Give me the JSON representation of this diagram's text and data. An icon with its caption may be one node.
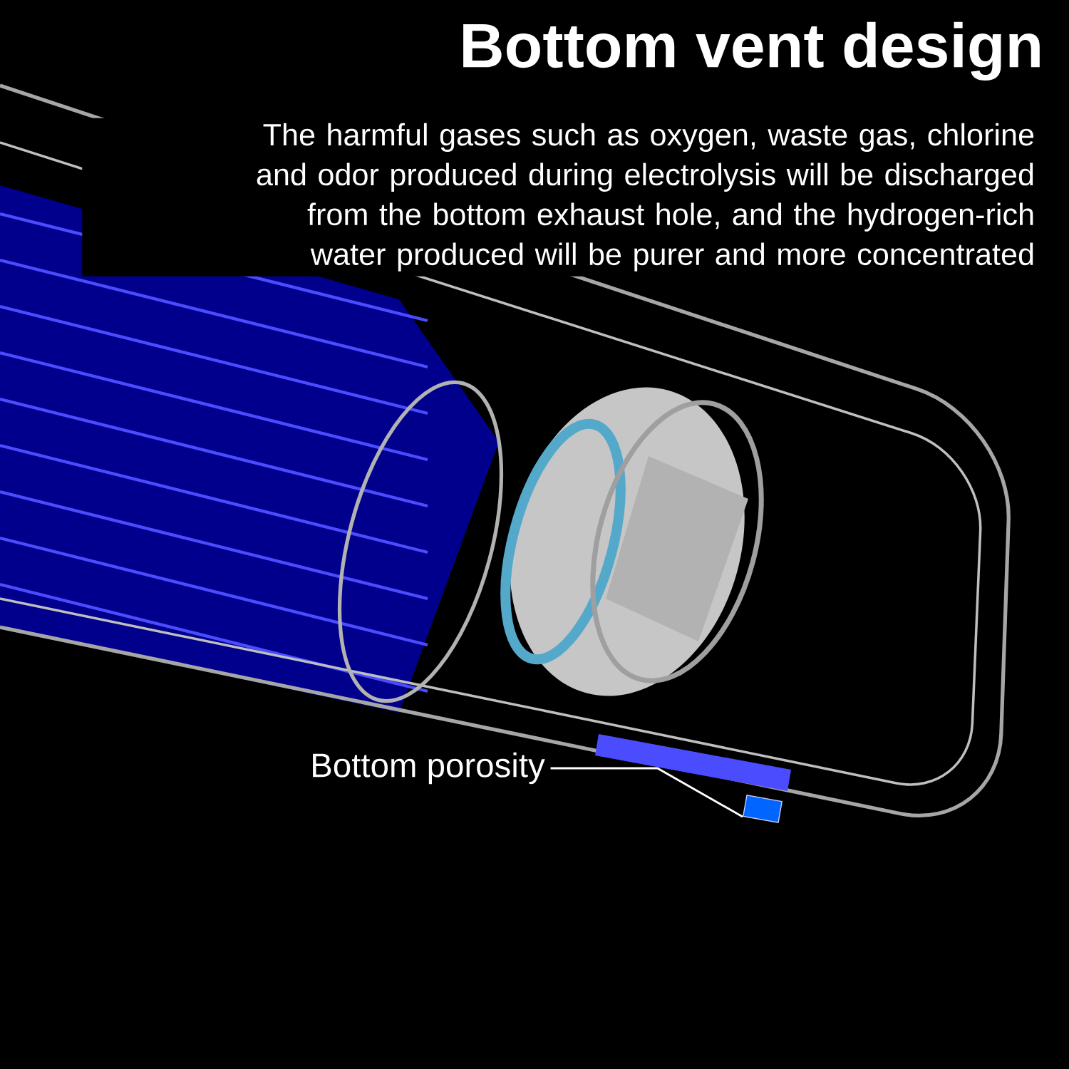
{
  "diagram": {
    "title": "Bottom vent design",
    "nodes": [
      {
        "text": [
          "Bottom porosity"
        ]
      },
      {
        "text": [],
        "shape": "picture"
      }
    ],
    "edges": [
      {
        "from": 0,
        "to": 1,
        "arrow": "none"
      }
    ],
    "labels": [
      "The harmful gases such as oxygen, waste gas, chlorine and odor produced during electrolysis will be discharged from the bottom exhaust hole, and the hydrogen-rich water produced will be purer and more concentrated"
    ]
  }
}
